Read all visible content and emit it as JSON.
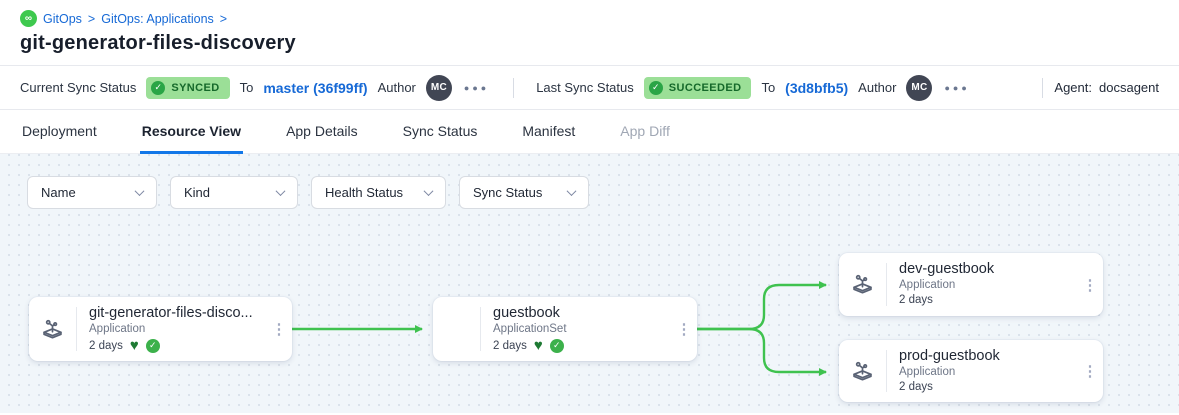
{
  "breadcrumb": {
    "icon": "gitops-infinity-icon",
    "separator": ">",
    "items": [
      "GitOps",
      "GitOps: Applications"
    ]
  },
  "page": {
    "title": "git-generator-files-discovery"
  },
  "status_bar": {
    "current": {
      "label": "Current Sync Status",
      "badge": "SYNCED",
      "to_label": "To",
      "revision": "master (36f99ff)",
      "author_label": "Author",
      "author_initials": "MC"
    },
    "last": {
      "label": "Last Sync Status",
      "badge": "SUCCEEDED",
      "to_label": "To",
      "revision": "(3d8bfb5)",
      "author_label": "Author",
      "author_initials": "MC"
    },
    "agent": {
      "label": "Agent:",
      "value": "docsagent"
    }
  },
  "tabs": [
    {
      "label": "Deployment",
      "active": false
    },
    {
      "label": "Resource View",
      "active": true
    },
    {
      "label": "App Details",
      "active": false
    },
    {
      "label": "Sync Status",
      "active": false
    },
    {
      "label": "Manifest",
      "active": false
    },
    {
      "label": "App Diff",
      "active": false,
      "disabled": true
    }
  ],
  "filters": [
    "Name",
    "Kind",
    "Health Status",
    "Sync Status"
  ],
  "graph": {
    "nodes": [
      {
        "title": "git-generator-files-disco...",
        "kind": "Application",
        "age": "2 days",
        "healthy": true,
        "synced": true
      },
      {
        "title": "guestbook",
        "kind": "ApplicationSet",
        "age": "2 days",
        "healthy": true,
        "synced": true
      },
      {
        "title": "dev-guestbook",
        "kind": "Application",
        "age": "2 days"
      },
      {
        "title": "prod-guestbook",
        "kind": "Application",
        "age": "2 days"
      }
    ]
  },
  "colors": {
    "accent_blue": "#1669d6",
    "tab_underline": "#1277e8",
    "badge_bg": "#9bdf97",
    "badge_text": "#15692a",
    "edge_green": "#3fc24f",
    "heart_green": "#1e7a33",
    "graph_bg": "#f1f6fa"
  }
}
